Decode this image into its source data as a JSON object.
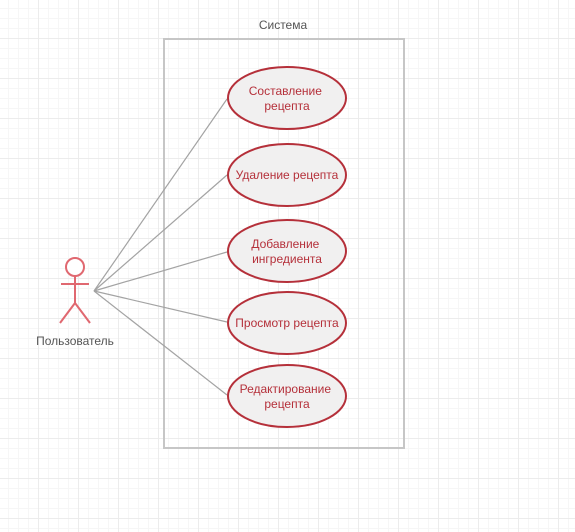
{
  "system": {
    "title": "Система"
  },
  "actor": {
    "label": "Пользователь"
  },
  "use_cases": [
    {
      "id": "uc1",
      "lines": [
        "Составление",
        "рецепта"
      ]
    },
    {
      "id": "uc2",
      "lines": [
        "Удаление рецепта"
      ]
    },
    {
      "id": "uc3",
      "lines": [
        "Добавление",
        "ингредиента"
      ]
    },
    {
      "id": "uc4",
      "lines": [
        "Просмотр рецепта"
      ]
    },
    {
      "id": "uc5",
      "lines": [
        "Редактирование",
        "рецепта"
      ]
    }
  ],
  "colors": {
    "usecase_stroke": "#b5303a",
    "usecase_fill": "#f1f0f0",
    "usecase_text": "#b5303a",
    "actor_stroke": "#e06870",
    "system_border": "#c6c6c6",
    "line": "#a3a3a3",
    "text": "#555555"
  }
}
